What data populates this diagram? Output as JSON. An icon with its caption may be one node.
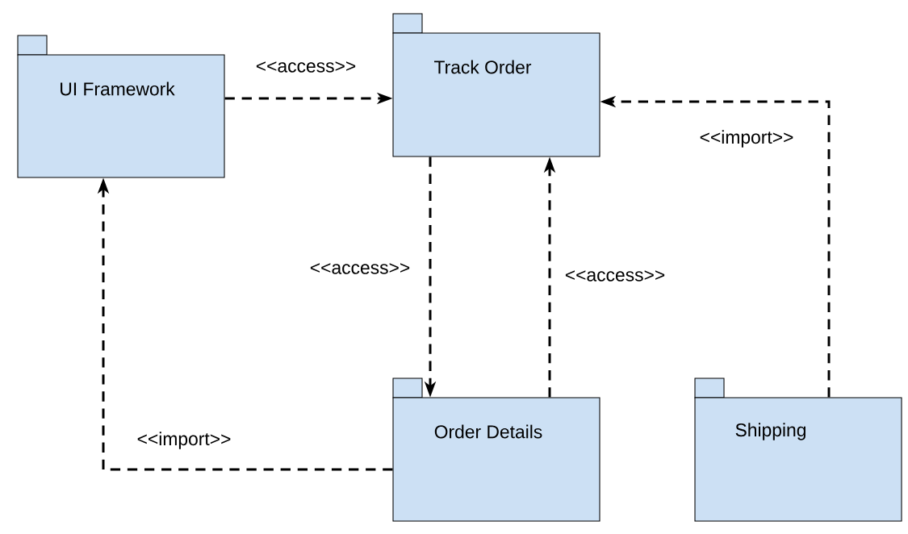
{
  "diagram": {
    "nodes": [
      {
        "text": [
          "UI Framework"
        ]
      },
      {
        "text": [
          "Track Order"
        ]
      },
      {
        "text": [
          "Order Details"
        ]
      },
      {
        "text": [
          "Shipping"
        ]
      }
    ],
    "edges": [
      {
        "from": 0,
        "to": 1,
        "arrow": "to",
        "label": "<<access>>",
        "style": "dashed"
      },
      {
        "from": 1,
        "to": 2,
        "arrow": "to",
        "label": "<<access>>",
        "style": "dashed"
      },
      {
        "from": 2,
        "to": 1,
        "arrow": "to",
        "label": "<<access>>",
        "style": "dashed"
      },
      {
        "from": 2,
        "to": 0,
        "arrow": "to",
        "label": "<<import>>",
        "style": "dashed"
      },
      {
        "from": 3,
        "to": 1,
        "arrow": "to",
        "label": "<<import>>",
        "style": "dashed"
      }
    ]
  }
}
